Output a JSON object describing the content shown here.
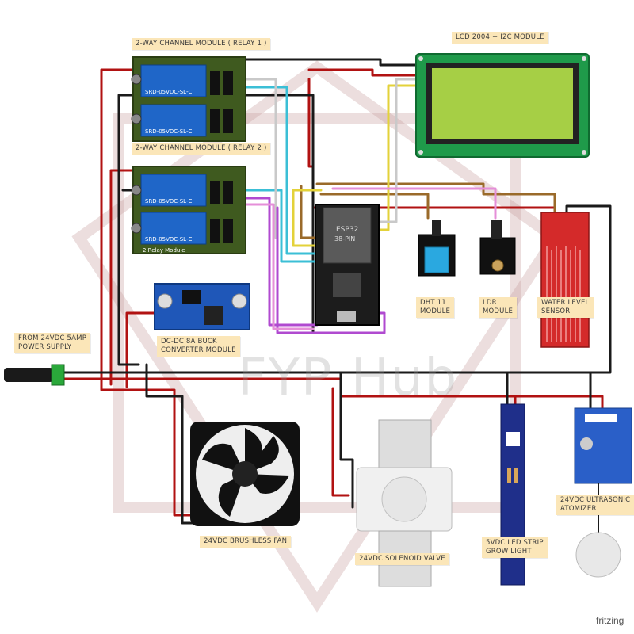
{
  "labels": {
    "relay1": "2-WAY CHANNEL MODULE ( RELAY 1 )",
    "relay2": "2-WAY CHANNEL MODULE ( RELAY 2 )",
    "lcd": "LCD 2004  + I2C MODULE",
    "power_line1": "FROM 24VDC 5AMP",
    "power_line2": "POWER SUPPLY",
    "buck_line1": "DC-DC 8A BUCK",
    "buck_line2": "CONVERTER MODULE",
    "dht_line1": "DHT 11",
    "dht_line2": "MODULE",
    "ldr_line1": "LDR",
    "ldr_line2": "MODULE",
    "water_line1": "WATER LEVEL",
    "water_line2": "SENSOR",
    "fan": "24VDC BRUSHLESS FAN",
    "valve": "24VDC SOLENOID VALVE",
    "led_line1": "5VDC LED STRIP",
    "led_line2": "GROW LIGHT",
    "atomizer_line1": "24VDC ULTRASONIC",
    "atomizer_line2": "ATOMIZER"
  },
  "chips": {
    "relay_part": "SRD-05VDC-SL-C",
    "relay_board": "2 Relay Module",
    "esp_line1": "ESP32",
    "esp_line2": "38-PIN"
  },
  "watermark": "FYP Hub",
  "brand": "fritzing",
  "colors": {
    "wire_red": "#b11212",
    "wire_black": "#1a1a1a",
    "wire_brown": "#9a6a2a",
    "wire_cyan": "#3bbfd6",
    "wire_yellow": "#e3d23a",
    "wire_purple": "#b04ad0",
    "wire_pink": "#e58fd8",
    "relay_board": "#3f5a1f",
    "relay_coil": "#1f66c8",
    "lcd_bezel": "#1f9a4a",
    "lcd_screen": "#a6cf45",
    "water_sensor": "#d42a2a",
    "dht_body": "#2aa8e0",
    "buck_board": "#1f57b8",
    "led_strip": "#1f2f8a",
    "atomizer_board": "#2a5fc8",
    "label_bg": "#fbe6b8"
  }
}
